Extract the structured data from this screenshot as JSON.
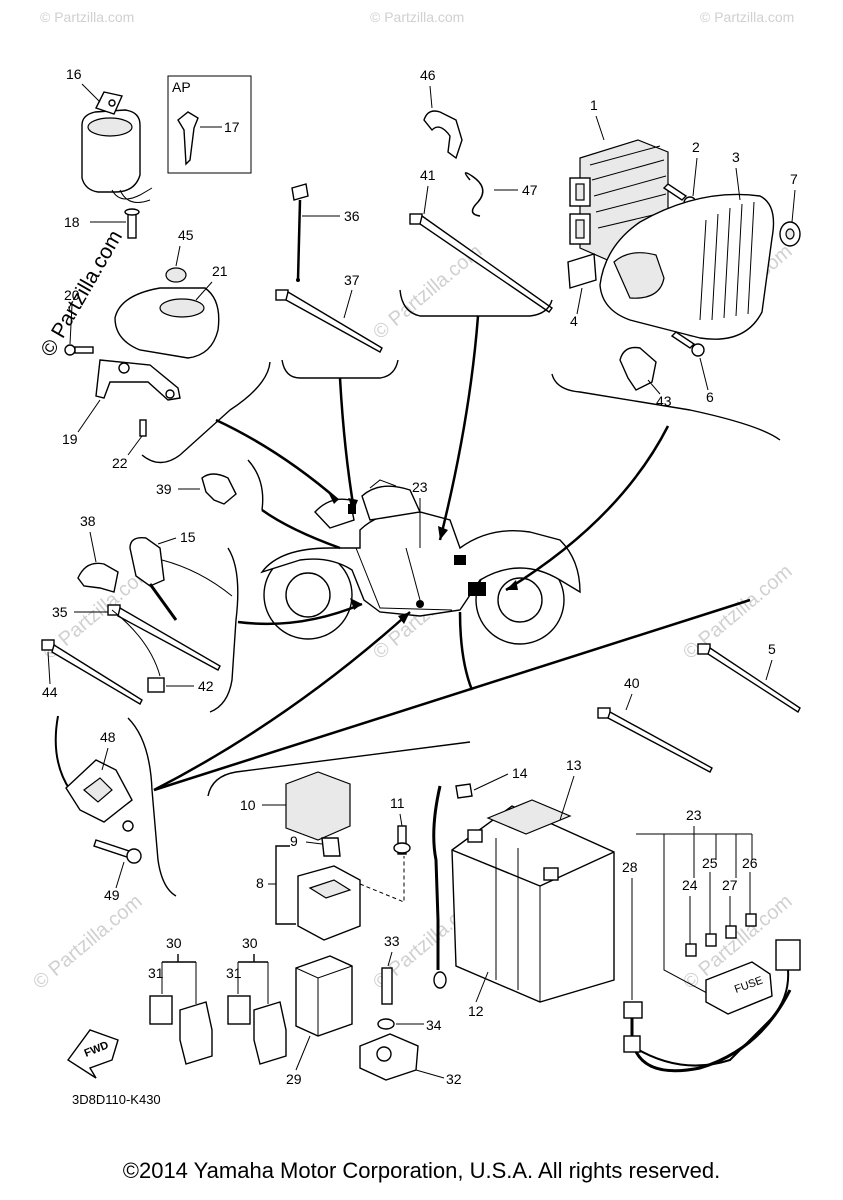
{
  "watermark": {
    "main": "© Partzilla.com",
    "corner": "© Partzilla.com"
  },
  "labels": {
    "p1": "1",
    "p2": "2",
    "p3": "3",
    "p4": "4",
    "p5": "5",
    "p6": "6",
    "p7": "7",
    "p8": "8",
    "p9": "9",
    "p10": "10",
    "p11": "11",
    "p12": "12",
    "p13": "13",
    "p14": "14",
    "p15": "15",
    "p16": "16",
    "p17": "17",
    "p18": "18",
    "p19": "19",
    "p20": "20",
    "p21": "21",
    "p22": "22",
    "p23a": "23",
    "p23b": "23",
    "p24": "24",
    "p25": "25",
    "p26": "26",
    "p27": "27",
    "p28": "28",
    "p29": "29",
    "p30a": "30",
    "p30b": "30",
    "p31a": "31",
    "p31b": "31",
    "p32": "32",
    "p33": "33",
    "p34": "34",
    "p35": "35",
    "p36": "36",
    "p37": "37",
    "p38": "38",
    "p39": "39",
    "p40": "40",
    "p41": "41",
    "p42": "42",
    "p43": "43",
    "p44": "44",
    "p45": "45",
    "p46": "46",
    "p47": "47",
    "p48": "48",
    "p49": "49"
  },
  "ap_box": {
    "label": "AP"
  },
  "fwd_label": "FWD",
  "fuse_label": "FUSE",
  "diagram_code": "3D8D110-K430",
  "copyright": "©2014 Yamaha Motor Corporation, U.S.A. All rights reserved."
}
